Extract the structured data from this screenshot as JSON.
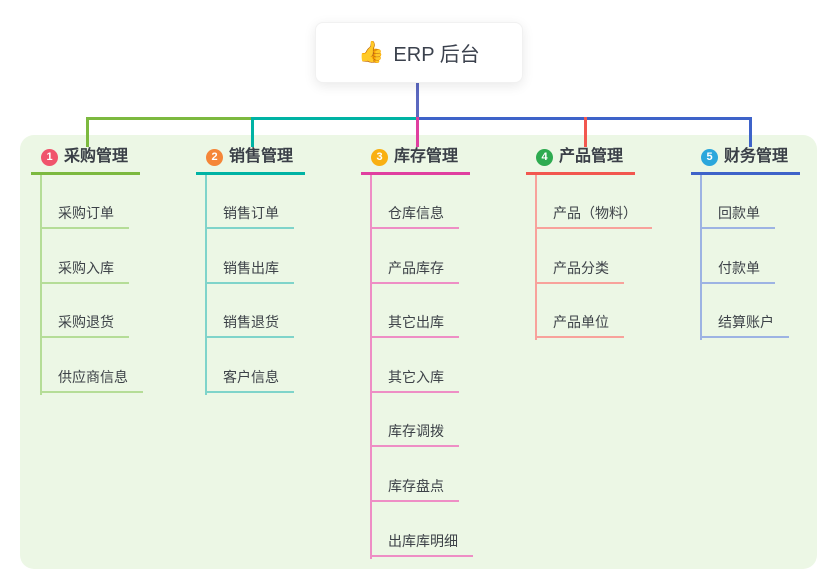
{
  "root": {
    "icon": "👍",
    "title": "ERP 后台"
  },
  "colors": {
    "panel_bg": "#ecf7e5",
    "root_connector": "#5b68c0",
    "text_dark": "#3b414d"
  },
  "branches": [
    {
      "num": "1",
      "title": "采购管理",
      "children": [
        "采购订单",
        "采购入库",
        "采购退货",
        "供应商信息"
      ],
      "colors": {
        "line": "#7cb93f",
        "child_line": "#b5dd97",
        "badge": "#f0546c"
      }
    },
    {
      "num": "2",
      "title": "销售管理",
      "children": [
        "销售订单",
        "销售出库",
        "销售退货",
        "客户信息"
      ],
      "colors": {
        "line": "#00b3a4",
        "child_line": "#7fd4ca",
        "badge": "#f58638"
      }
    },
    {
      "num": "3",
      "title": "库存管理",
      "children": [
        "仓库信息",
        "产品库存",
        "其它出库",
        "其它入库",
        "库存调拨",
        "库存盘点",
        "出库库明细"
      ],
      "colors": {
        "line": "#e03fa0",
        "child_line": "#ee8ec5",
        "badge": "#f9b011"
      }
    },
    {
      "num": "4",
      "title": "产品管理",
      "children": [
        "产品（物料）",
        "产品分类",
        "产品单位"
      ],
      "colors": {
        "line": "#f2574f",
        "child_line": "#f8a29b",
        "badge": "#2eab50"
      }
    },
    {
      "num": "5",
      "title": "财务管理",
      "children": [
        "回款单",
        "付款单",
        "结算账户"
      ],
      "colors": {
        "line": "#3e63c9",
        "child_line": "#9db3e3",
        "badge": "#2ba7dc"
      }
    }
  ]
}
